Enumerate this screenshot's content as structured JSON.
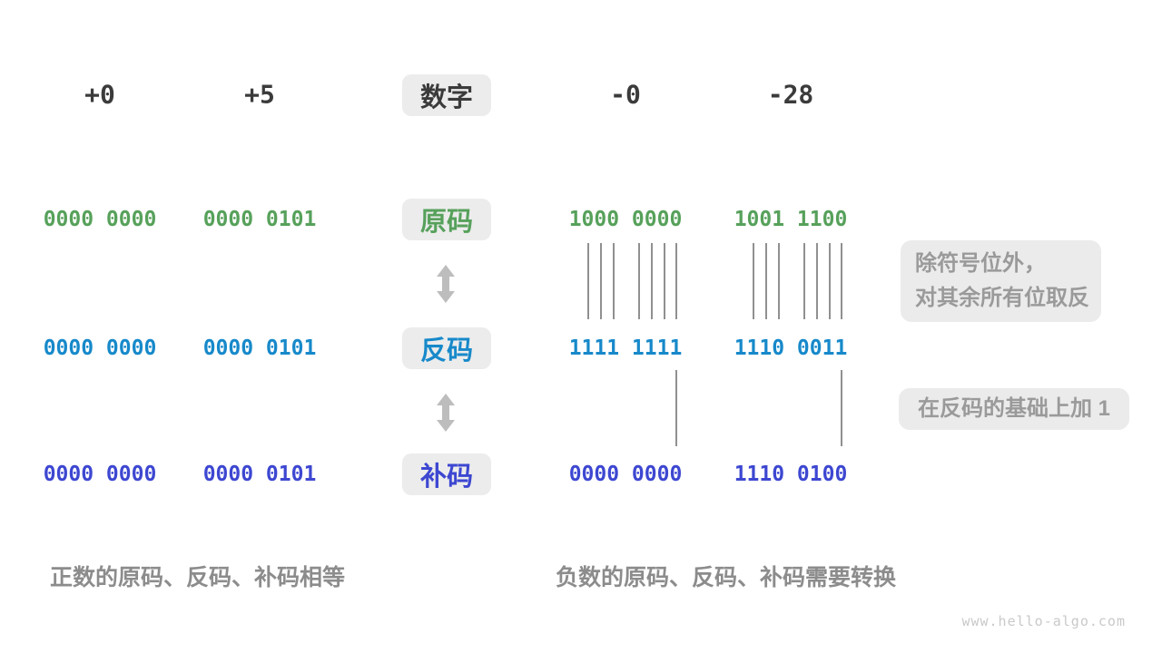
{
  "header": {
    "badge": "数字",
    "labels": [
      "+0",
      "+5",
      "-0",
      "-28"
    ]
  },
  "rows": {
    "sign_magnitude": {
      "badge": "原码",
      "values": [
        "0000 0000",
        "0000 0101",
        "1000 0000",
        "1001 1100"
      ]
    },
    "ones_complement": {
      "badge": "反码",
      "values": [
        "0000 0000",
        "0000 0101",
        "1111 1111",
        "1110 0011"
      ]
    },
    "twos_complement": {
      "badge": "补码",
      "values": [
        "0000 0000",
        "0000 0101",
        "0000 0000",
        "1110 0100"
      ]
    }
  },
  "annotations": {
    "invert_line1": "除符号位外，",
    "invert_line2": "对其余所有位取反",
    "add_one": "在反码的基础上加 1"
  },
  "captions": {
    "positive": "正数的原码、反码、补码相等",
    "negative": "负数的原码、反码、补码需要转换"
  },
  "watermark": "www.hello-algo.com",
  "colors": {
    "number_label": "#3B3B3B",
    "sign_magnitude_green": "#57A15B",
    "ones_complement_blue": "#1789CA",
    "twos_complement_indigo": "#3D47D1",
    "badge_background": "#ECECEC",
    "note_background": "#EBEBEB",
    "note_text": "#9A9A9A",
    "caption_text": "#8C8C8C",
    "arrow": "#BDBDBD",
    "connector_line": "#909090",
    "watermark_text": "#C9C9C9"
  }
}
